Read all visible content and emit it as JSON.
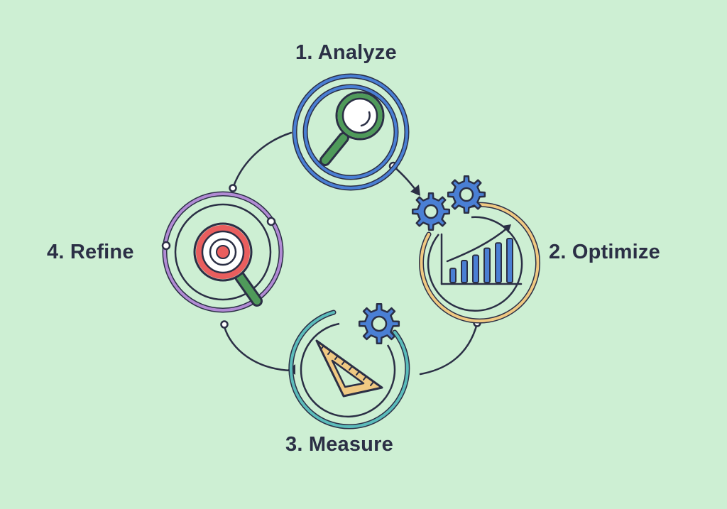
{
  "diagram": {
    "background": "#cdefd3",
    "ink": "#2b2f45",
    "steps": [
      {
        "id": "analyze",
        "label": "1. Analyze",
        "icon": "magnifier-icon",
        "ring_color": "#4a7fd4",
        "icon_color": "#4f9a5a"
      },
      {
        "id": "optimize",
        "label": "2. Optimize",
        "icon": "growth-chart-gears-icon",
        "ring_color": "#f0c982",
        "icon_color": "#4a7fd4"
      },
      {
        "id": "measure",
        "label": "3. Measure",
        "icon": "set-square-gear-icon",
        "ring_color": "#5bbcbb",
        "icon_color": "#f0c982"
      },
      {
        "id": "refine",
        "label": "4. Refine",
        "icon": "target-magnifier-icon",
        "ring_color": "#b18bd4",
        "icon_color": "#e95e5e"
      }
    ],
    "chart_bars": [
      0.32,
      0.5,
      0.62,
      0.78,
      0.9,
      1.0
    ]
  }
}
